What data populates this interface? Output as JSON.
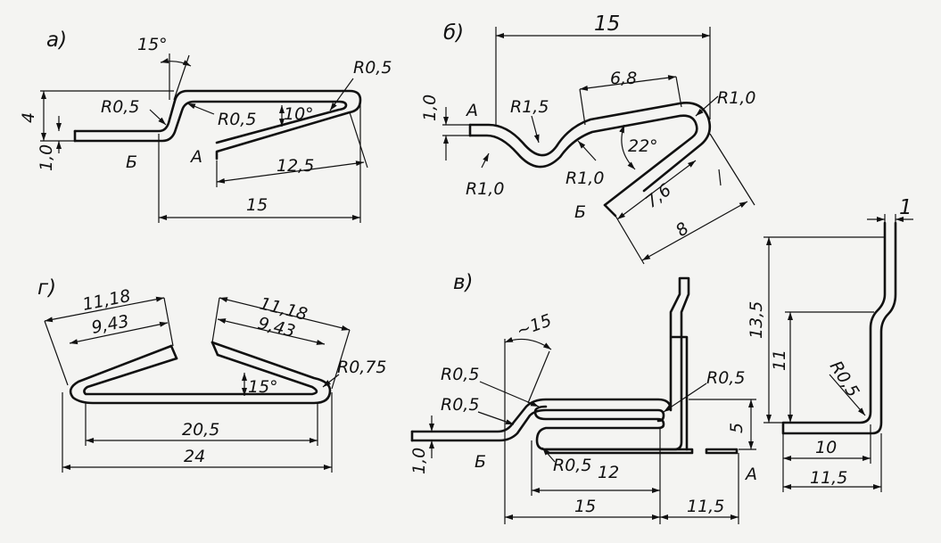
{
  "figures": {
    "a": {
      "letter": "а)",
      "angle_top": "15°",
      "r_left": "R0,5",
      "r_mid": "R0,5",
      "r_right": "R0,5",
      "angle_mid": "10°",
      "height": "4",
      "thickness": "1,0",
      "label_b": "Б",
      "label_a": "А",
      "len_inner": "12,5",
      "len_total": "15"
    },
    "b": {
      "letter": "б)",
      "len_top": "15",
      "thickness": "1,0",
      "label_a": "А",
      "r_top": "R1,5",
      "r_right": "R1,0",
      "r_bottom_left": "R1,0",
      "r_bottom_mid": "R1,0",
      "len_upper": "6,8",
      "angle": "22°",
      "label_b": "Б",
      "len_inner": "7,6",
      "len_outer": "8"
    },
    "g": {
      "letter": "г)",
      "left_outer": "11,18",
      "left_inner": "9,43",
      "right_outer": "11,18",
      "right_inner": "9,43",
      "angle": "15°",
      "radius": "R0,75",
      "len_inner": "20,5",
      "len_total": "24"
    },
    "v": {
      "letter": "в)",
      "angle": "~15",
      "r_top_left": "R0,5",
      "r_mid_left": "R0,5",
      "r_right": "R0,5",
      "r_bottom": "R0,5",
      "len_12": "12",
      "thickness": "1,0",
      "label_b": "Б",
      "label_a": "А",
      "len_15": "15",
      "len_11_5": "11,5",
      "height_5": "5"
    },
    "side": {
      "thickness": "1",
      "height_total": "13,5",
      "height_inner": "11",
      "radius": "R0,5",
      "width_inner": "10",
      "width_total": "11,5"
    }
  }
}
